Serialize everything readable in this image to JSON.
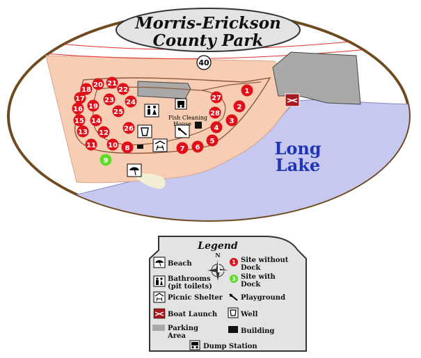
{
  "title": {
    "line1": "Morris-Erickson",
    "line2": "County Park"
  },
  "road_number": "40",
  "lake_name": {
    "line1": "Long",
    "line2": "Lake"
  },
  "fish_cleaning_label": {
    "line1": "Fish Cleaning",
    "line2": "House"
  },
  "colors": {
    "site_without_dock": "#e0101a",
    "site_with_dock": "#5fdc2a",
    "park_land": "#f7cdb4",
    "water": "#c7c8f0",
    "parking": "#a9a9a9",
    "boat_launch": "#a8181c"
  },
  "sites": [
    {
      "number": "1",
      "dock": false
    },
    {
      "number": "2",
      "dock": false
    },
    {
      "number": "3",
      "dock": false
    },
    {
      "number": "4",
      "dock": false
    },
    {
      "number": "5",
      "dock": false
    },
    {
      "number": "6",
      "dock": false
    },
    {
      "number": "7",
      "dock": false
    },
    {
      "number": "8",
      "dock": false
    },
    {
      "number": "9",
      "dock": true
    },
    {
      "number": "10",
      "dock": false
    },
    {
      "number": "11",
      "dock": false
    },
    {
      "number": "12",
      "dock": false
    },
    {
      "number": "13",
      "dock": false
    },
    {
      "number": "14",
      "dock": false
    },
    {
      "number": "15",
      "dock": false
    },
    {
      "number": "16",
      "dock": false
    },
    {
      "number": "17",
      "dock": false
    },
    {
      "number": "18",
      "dock": false
    },
    {
      "number": "19",
      "dock": false
    },
    {
      "number": "20",
      "dock": false
    },
    {
      "number": "21",
      "dock": false
    },
    {
      "number": "22",
      "dock": false
    },
    {
      "number": "23",
      "dock": false
    },
    {
      "number": "24",
      "dock": false
    },
    {
      "number": "25",
      "dock": false
    },
    {
      "number": "26",
      "dock": false
    },
    {
      "number": "27",
      "dock": false
    },
    {
      "number": "28",
      "dock": false
    }
  ],
  "legend": {
    "title": "Legend",
    "compass": "N",
    "beach": "Beach",
    "bathrooms": {
      "line1": "Bathrooms",
      "line2": "(pit toilets)"
    },
    "picnic_shelter": "Picnic Shelter",
    "boat_launch": "Boat Launch",
    "parking": {
      "line1": "Parking",
      "line2": "Area"
    },
    "dump_station": "Dump Station",
    "site_without_dock": {
      "line1": "Site without",
      "line2": "Dock",
      "sample": "1"
    },
    "site_with_dock": {
      "line1": "Site with",
      "line2": "Dock",
      "sample": "3"
    },
    "playground": "Playground",
    "well": "Well",
    "building": "Building"
  }
}
